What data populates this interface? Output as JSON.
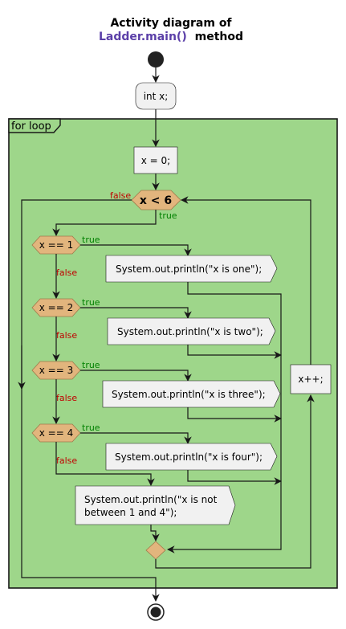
{
  "diagram": {
    "title_line1": "Activity diagram of",
    "title_method": "Ladder.main()",
    "title_suffix": "method",
    "frame_label": "for loop",
    "actions": {
      "decl": "int x;",
      "init": "x = 0;",
      "print1": "System.out.println(\"x is one\");",
      "print2": "System.out.println(\"x is two\");",
      "print3": "System.out.println(\"x is three\");",
      "print4": "System.out.println(\"x is four\");",
      "print_else_line1": "System.out.println(\"x is not",
      "print_else_line2": "between 1 and 4\");",
      "increment": "x++;"
    },
    "conditions": {
      "loop": "x < 6",
      "c1": "x == 1",
      "c2": "x == 2",
      "c3": "x == 3",
      "c4": "x == 4"
    },
    "labels": {
      "true": "true",
      "false": "false"
    },
    "colors": {
      "frame_fill": "#9ed68a",
      "diamond_fill": "#e2b57d",
      "title_accent": "#5b3fa8",
      "true_color": "#008000",
      "false_color": "#c00000"
    }
  }
}
